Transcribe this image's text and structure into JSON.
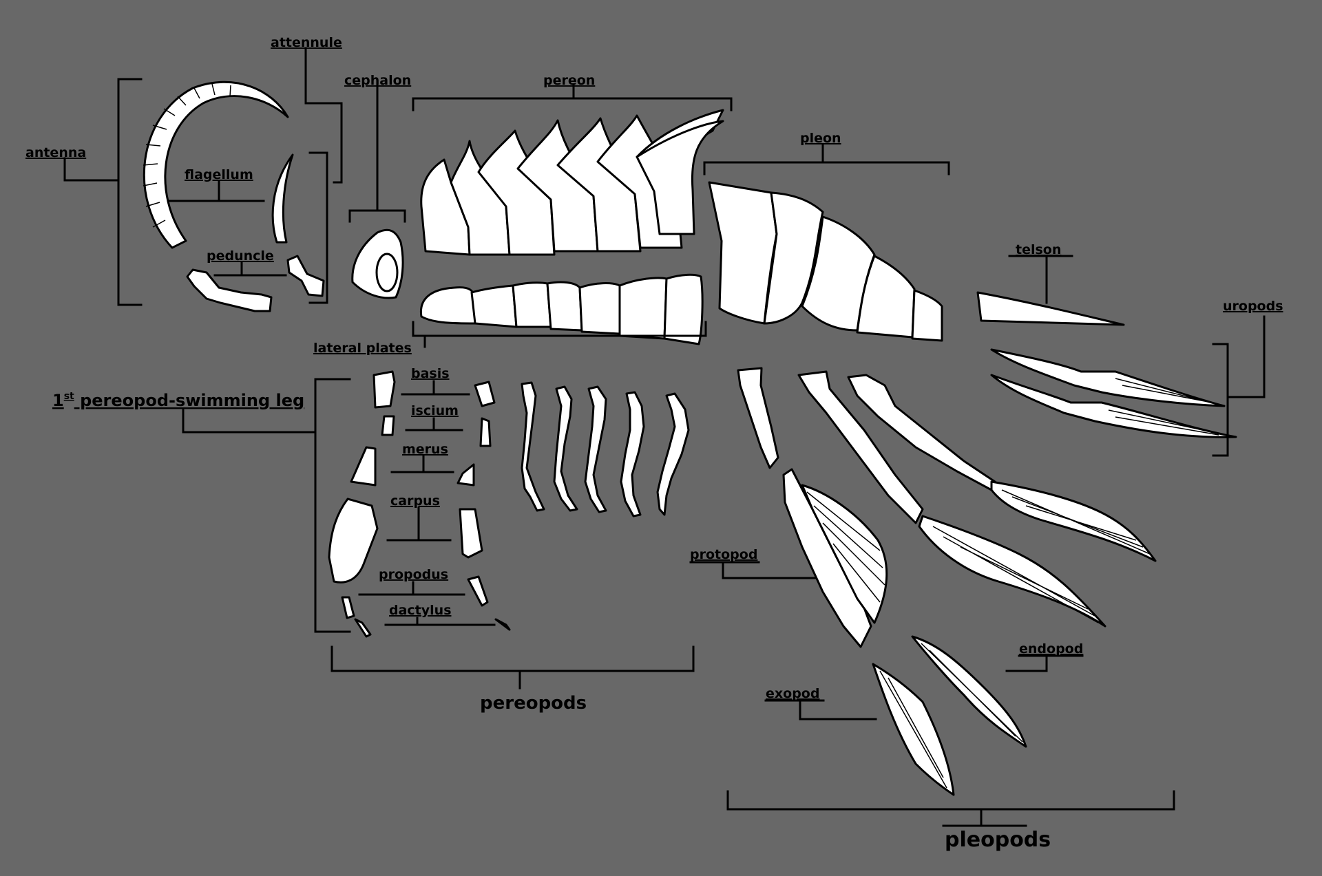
{
  "colors": {
    "background": "#686868",
    "ink": "#000000",
    "fill": "#ffffff"
  },
  "labels": {
    "attennule": "attennule",
    "cephalon": "cephalon",
    "pereon": "pereon",
    "pleon": "pleon",
    "antenna": "antenna",
    "flagellum": "flagellum",
    "peduncle": "peduncle",
    "telson": "telson",
    "uropods": "uropods",
    "lateral_plates": "lateral plates",
    "first_pereopod_num": "1",
    "first_pereopod_sup": "st",
    "first_pereopod_rest": " pereopod-swimming leg",
    "basis": "basis",
    "iscium": "iscium",
    "merus": "merus",
    "carpus": "carpus",
    "propodus": "propodus",
    "dactylus": "dactylus",
    "pereopods": "pereopods",
    "protopod": "protopod",
    "endopod": "endopod",
    "exopod": "exopod",
    "pleopods": "pleopods"
  }
}
